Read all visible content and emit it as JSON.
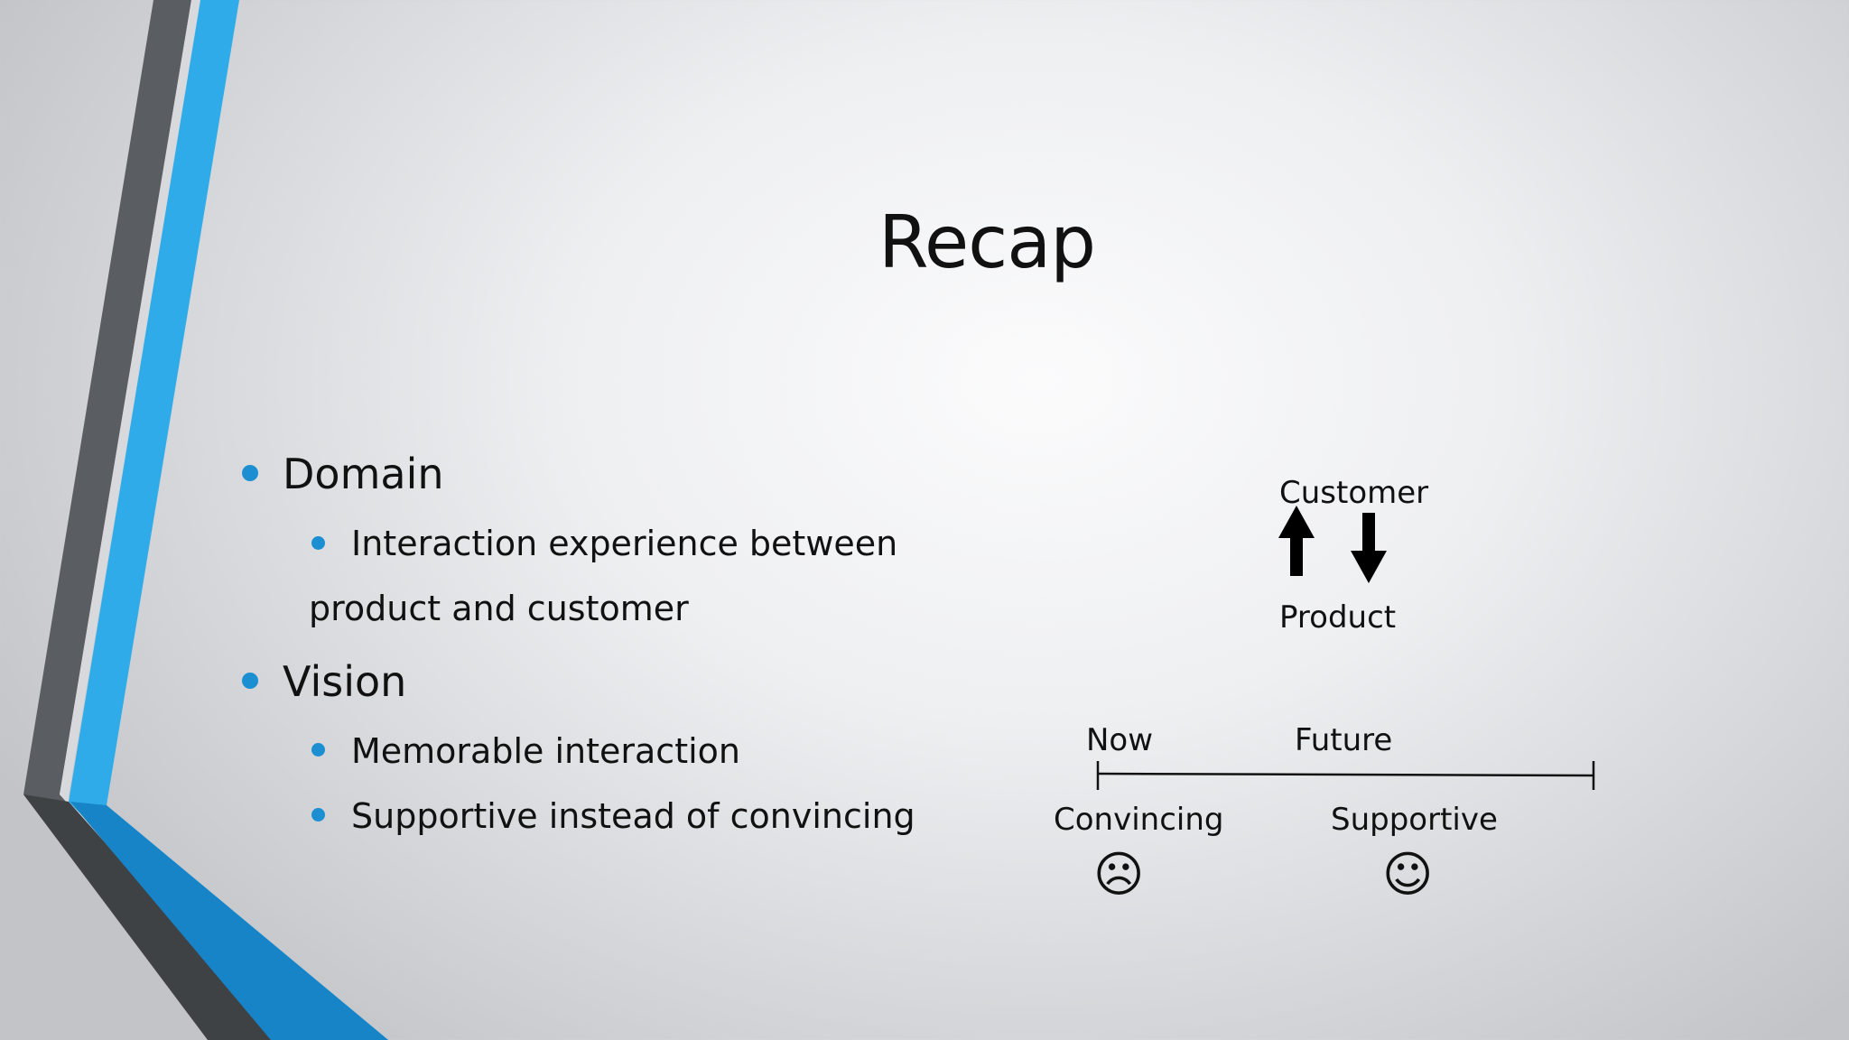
{
  "slide": {
    "title": "Recap"
  },
  "bullets": [
    {
      "level": 1,
      "text": "Domain"
    },
    {
      "level": 2,
      "text": "Interaction experience between"
    },
    {
      "level": 2,
      "text": "product and customer",
      "continuation": true
    },
    {
      "level": 1,
      "text": "Vision"
    },
    {
      "level": 2,
      "text": "Memorable interaction"
    },
    {
      "level": 2,
      "text": "Supportive instead of convincing"
    }
  ],
  "diagram": {
    "top_label": "Customer",
    "bottom_label": "Product",
    "up_arrow_icon": "arrow-up-icon",
    "down_arrow_icon": "arrow-down-icon",
    "timeline": {
      "start_label": "Now",
      "mid_label": "Future",
      "left_caption": "Convincing",
      "right_caption": "Supportive",
      "left_face": "☹",
      "right_face": "☺",
      "left_face_icon": "frowning-face-icon",
      "right_face_icon": "smiling-face-icon"
    }
  },
  "colors": {
    "accent_blue": "#2fa9e8",
    "dark_blue": "#1584c7",
    "dark_gray": "#55585c",
    "bullet": "#1c8fd3"
  }
}
